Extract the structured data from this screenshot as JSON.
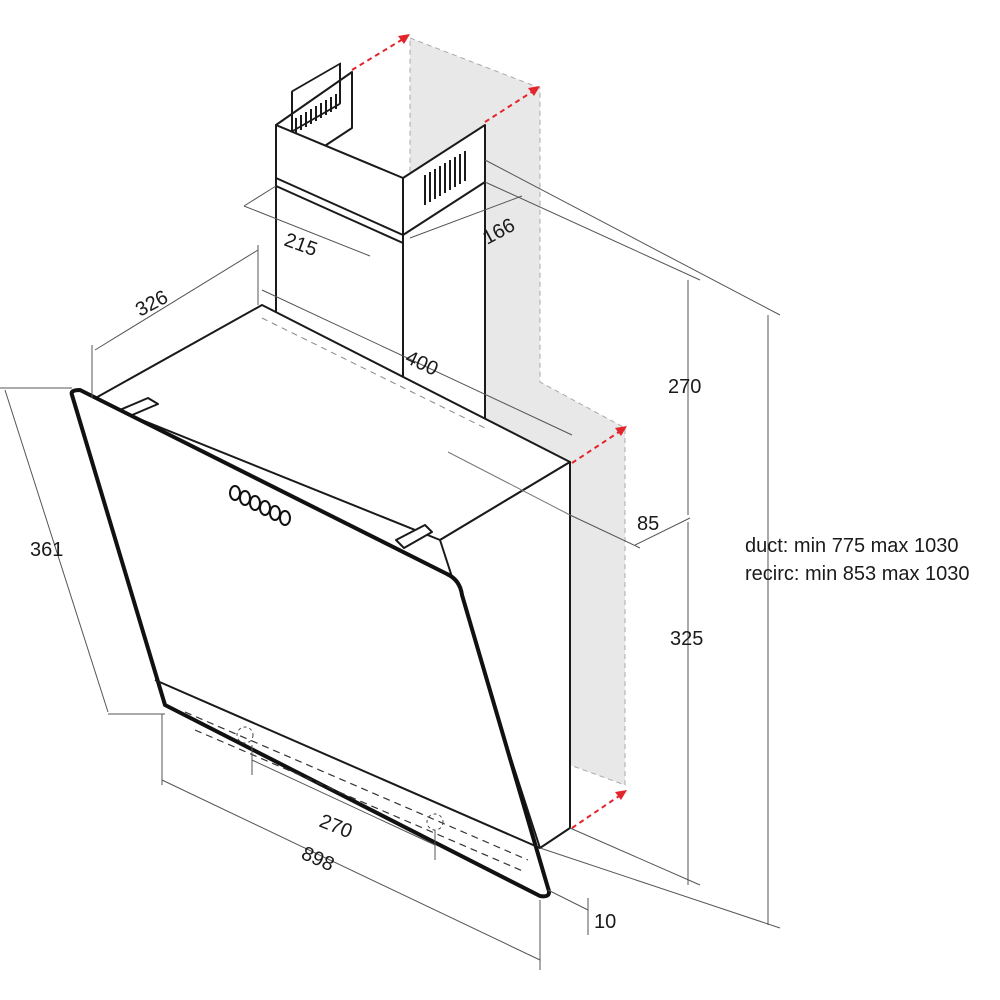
{
  "dimensions": {
    "chimney_width": "215",
    "chimney_depth": "166",
    "body_depth": "326",
    "body_width_top": "400",
    "chimney_height": "270",
    "gap_depth": "85",
    "body_height": "325",
    "glass_height": "361",
    "spacing_inner": "270",
    "total_width": "898",
    "glass_thickness": "10"
  },
  "notes": {
    "duct": "duct: min 775 max 1030",
    "recirc": "recirc: min 853 max 1030"
  },
  "colors": {
    "accent_arrow": "#e3242b",
    "wall": "#e8e8e8",
    "outline": "#1a1a1a"
  }
}
